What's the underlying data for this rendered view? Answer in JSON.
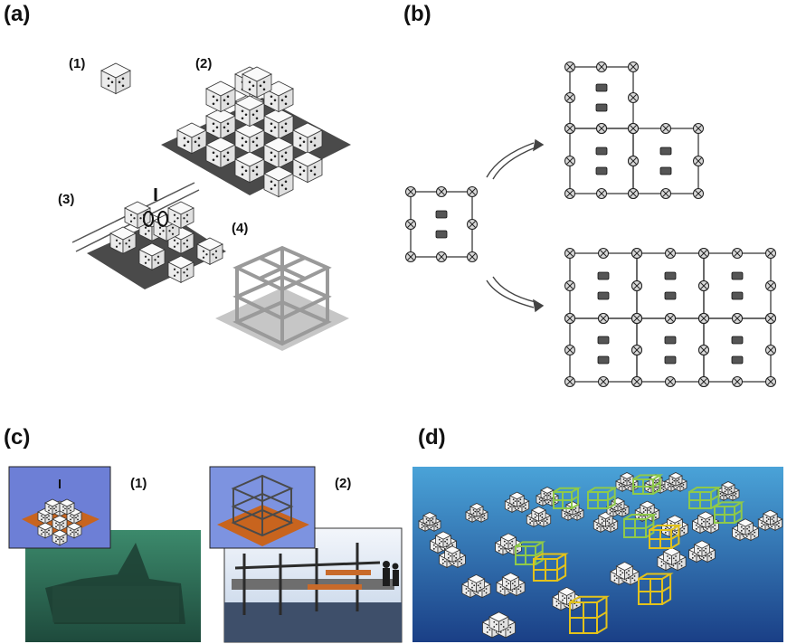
{
  "panels": {
    "a": {
      "label": "(a)",
      "sub": [
        "(1)",
        "(2)",
        "(3)",
        "(4)"
      ]
    },
    "b": {
      "label": "(b)"
    },
    "c": {
      "label": "(c)",
      "sub": [
        "(1)",
        "(2)"
      ]
    },
    "d": {
      "label": "(d)"
    }
  },
  "colors": {
    "cube_face": "#f2f2f2",
    "cube_edge": "#333333",
    "base_dark": "#4a4a4a",
    "frame_grey": "#bdbdbd",
    "underwater": "#2f6a58",
    "sea_blue": "#2a6fb0",
    "inset_bg": "#6d7fd6",
    "orange_base": "#c8641e",
    "green_frame": "#8fc94a",
    "yellow_frame": "#e3c21b"
  }
}
